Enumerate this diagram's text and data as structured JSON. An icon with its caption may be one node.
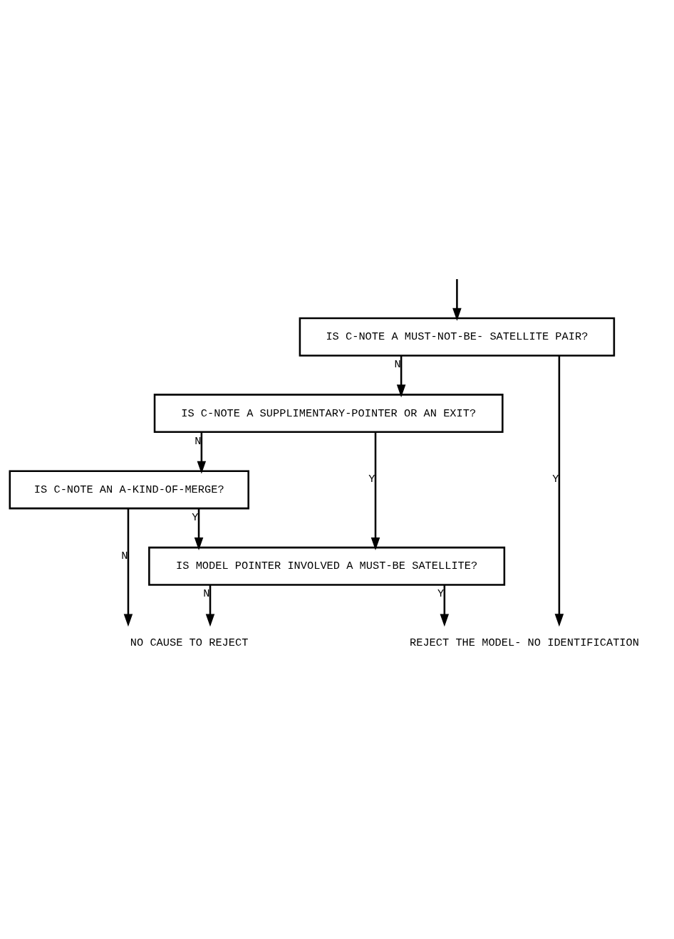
{
  "diagram": {
    "nodes": [
      {
        "text": [
          "IS C-NOTE A MUST-NOT-BE- SATELLITE PAIR?"
        ]
      },
      {
        "text": [
          "IS C-NOTE A SUPPLIMENTARY-POINTER OR AN EXIT?"
        ]
      },
      {
        "text": [
          "IS C-NOTE AN A-KIND-OF-MERGE?"
        ]
      },
      {
        "text": [
          "IS MODEL POINTER INVOLVED A MUST-BE SATELLITE?"
        ]
      },
      {
        "text": [
          "NO CAUSE TO REJECT"
        ]
      },
      {
        "text": [
          "REJECT THE MODEL- NO IDENTIFICATION"
        ]
      }
    ],
    "edges": [
      {
        "from": null,
        "to": 0,
        "arrow": "to"
      },
      {
        "from": 0,
        "to": 1,
        "arrow": "to",
        "label": "N"
      },
      {
        "from": 0,
        "to": 5,
        "arrow": "to",
        "label": "Y"
      },
      {
        "from": 1,
        "to": 3,
        "arrow": "to",
        "label": "Y"
      },
      {
        "from": 1,
        "to": 2,
        "arrow": "to",
        "label": "N"
      },
      {
        "from": 2,
        "to": 3,
        "arrow": "to",
        "label": "Y"
      },
      {
        "from": 2,
        "to": 4,
        "arrow": "to",
        "label": "N"
      },
      {
        "from": 3,
        "to": 4,
        "arrow": "to",
        "label": "N"
      },
      {
        "from": 3,
        "to": 5,
        "arrow": "to",
        "label": "Y"
      }
    ]
  }
}
